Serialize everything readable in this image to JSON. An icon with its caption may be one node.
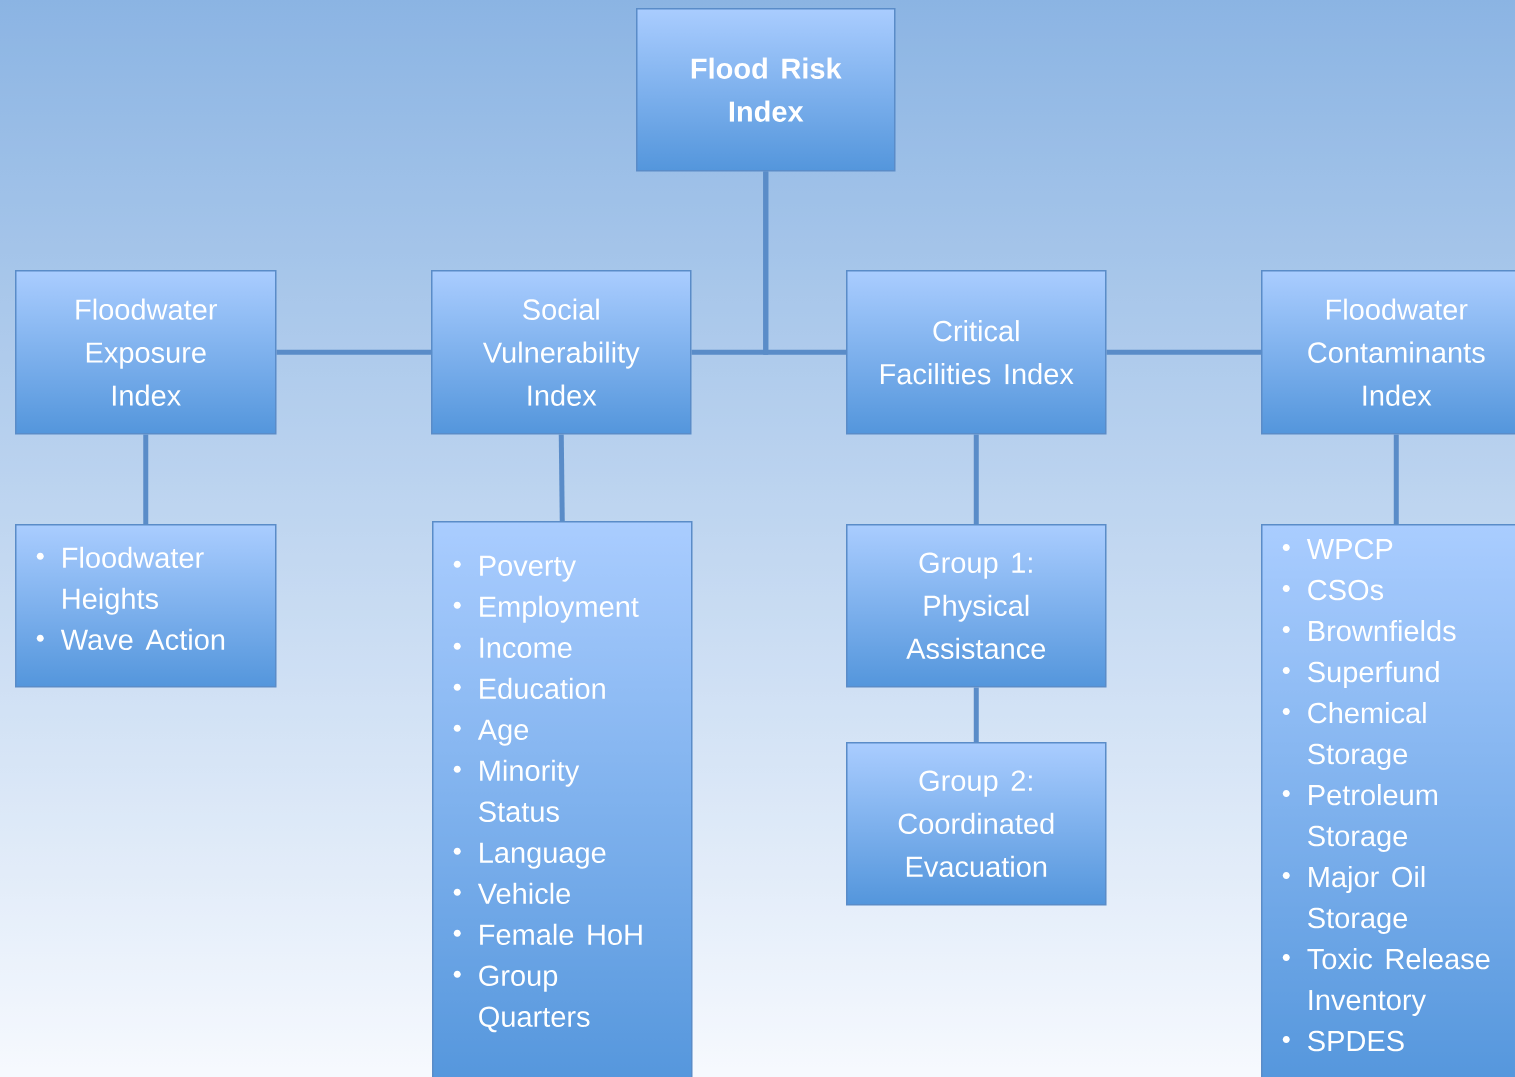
{
  "diagram": {
    "nodes": [
      {
        "text": [
          "Flood Risk Index"
        ]
      },
      {
        "text": [
          "Floodwater Exposure Index"
        ]
      },
      {
        "text": [
          "Social Vulnerability Index"
        ]
      },
      {
        "text": [
          "Critical Facilities Index"
        ]
      },
      {
        "text": [
          "Floodwater Contaminants Index"
        ]
      },
      {
        "text": [
          "Floodwater Heights",
          "Wave Action"
        ]
      },
      {
        "text": [
          "Poverty",
          "Employment",
          "Income",
          "Education",
          "Age",
          "Minority Status",
          "Language",
          "Vehicle",
          "Female HoH",
          "Group Quarters"
        ]
      },
      {
        "text": [
          "Group 1: Physical Assistance"
        ]
      },
      {
        "text": [
          "Group 2: Coordinated Evacuation"
        ]
      },
      {
        "text": [
          "WPCP",
          "CSOs",
          "Brownfields",
          "Superfund",
          "Chemical Storage",
          "Petroleum Storage",
          "Major Oil Storage",
          "Toxic Release Inventory",
          "SPDES"
        ]
      }
    ],
    "edges": [
      {
        "from": 0,
        "to": 2,
        "arrow": "none"
      },
      {
        "from": 0,
        "to": 3,
        "arrow": "none"
      },
      {
        "from": 2,
        "to": 1,
        "arrow": "none"
      },
      {
        "from": 3,
        "to": 4,
        "arrow": "none"
      },
      {
        "from": 1,
        "to": 5,
        "arrow": "none"
      },
      {
        "from": 2,
        "to": 6,
        "arrow": "none"
      },
      {
        "from": 3,
        "to": 7,
        "arrow": "none"
      },
      {
        "from": 7,
        "to": 8,
        "arrow": "none"
      },
      {
        "from": 4,
        "to": 9,
        "arrow": "none"
      }
    ]
  }
}
